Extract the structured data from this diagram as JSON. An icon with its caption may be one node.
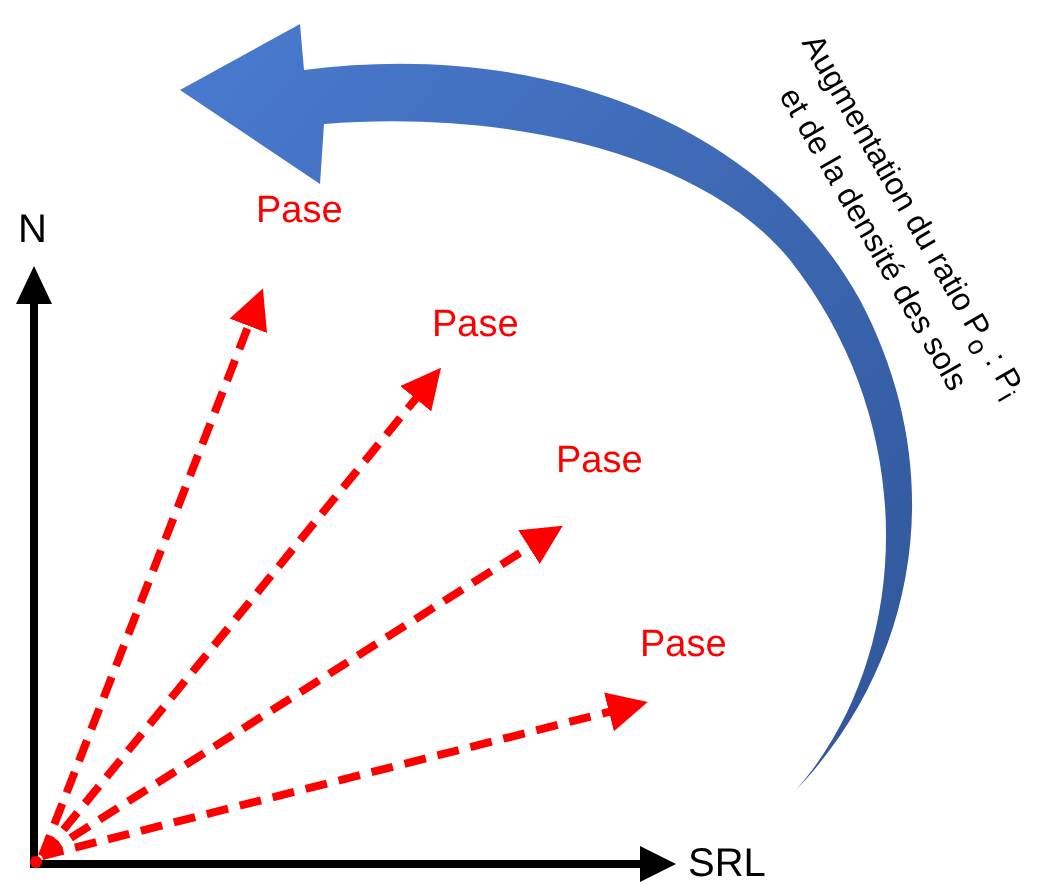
{
  "diagram": {
    "nodes": [
      {
        "text": [],
        "shape": "point"
      },
      {
        "text": [
          "Pase"
        ]
      },
      {
        "text": [
          "Pase"
        ]
      },
      {
        "text": [
          "Pase"
        ]
      },
      {
        "text": [
          "Pase"
        ]
      }
    ],
    "edges": [
      {
        "from": 0,
        "to": 1,
        "arrow": "to",
        "style": "dashed"
      },
      {
        "from": 0,
        "to": 2,
        "arrow": "to",
        "style": "dashed"
      },
      {
        "from": 0,
        "to": 3,
        "arrow": "to",
        "style": "dashed"
      },
      {
        "from": 0,
        "to": 4,
        "arrow": "to",
        "style": "dashed"
      }
    ],
    "labels": [
      "N",
      "SRL",
      "Augmentation du ratio P$_{o}$ : P$_{i}$ et de la densité des sols"
    ]
  }
}
